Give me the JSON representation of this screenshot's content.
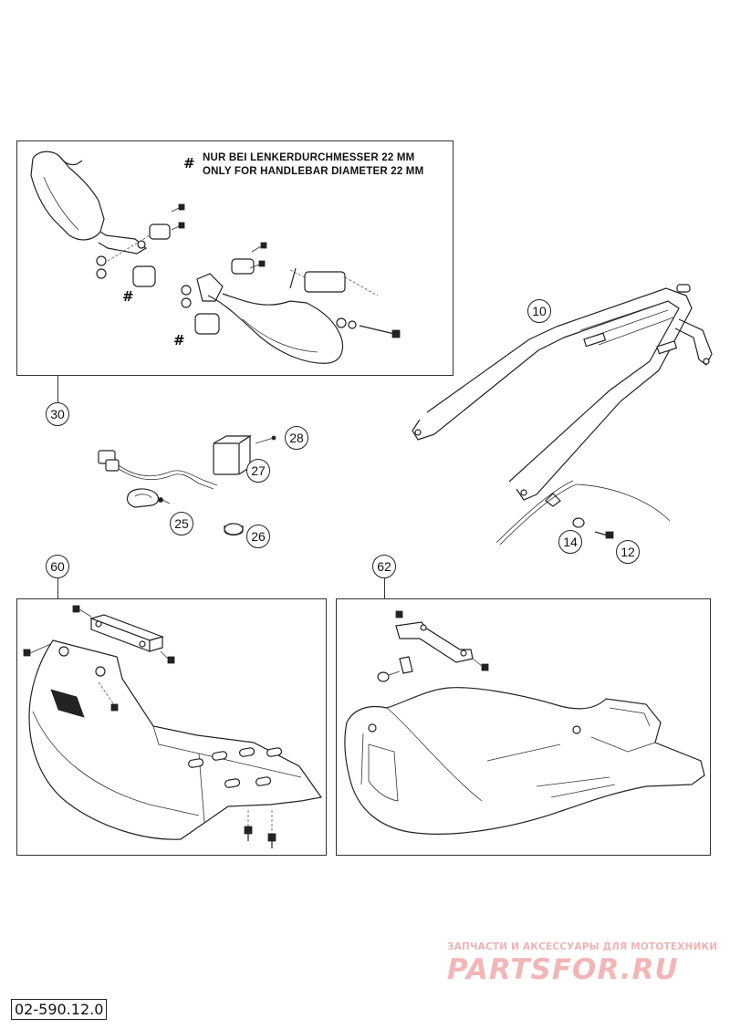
{
  "note": {
    "symbol": "#",
    "line_de": "NUR BEI LENKERDURCHMESSER 22 MM",
    "line_en": "ONLY FOR HANDLEBAR DIAMETER 22 MM"
  },
  "callouts": {
    "c10": "10",
    "c12": "12",
    "c14": "14",
    "c25": "25",
    "c26": "26",
    "c27": "27",
    "c28": "28",
    "c30": "30",
    "c60": "60",
    "c62": "62"
  },
  "hash_marks": [
    "#",
    "#",
    "#"
  ],
  "document_number": "02-590.12.0",
  "watermark": {
    "tagline": "ЗАПЧАСТИ И АКСЕССУАРЫ ДЛЯ МОТОТЕХНИКИ",
    "brand": "PARTSFOR.RU"
  }
}
